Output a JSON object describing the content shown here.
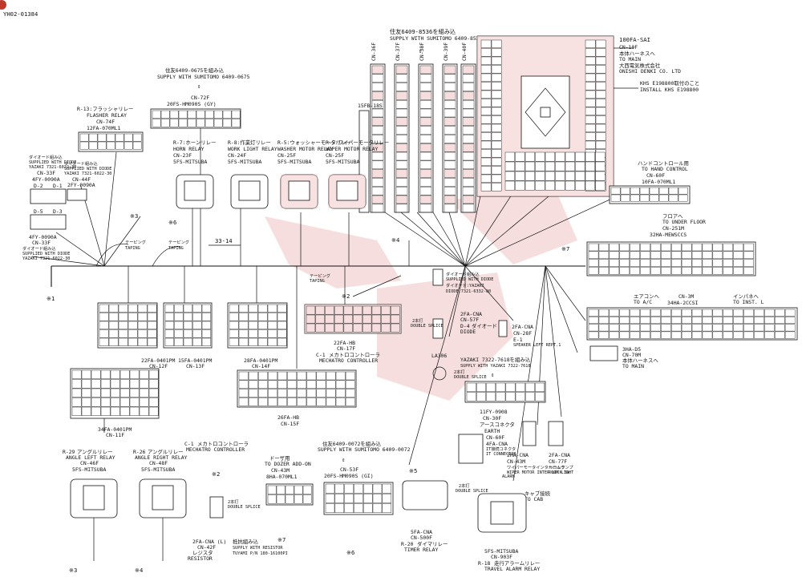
{
  "page_id": "YH02-01384",
  "ground_marks": {
    "m1": "※1",
    "m2": "※2",
    "m3": "※3",
    "m4": "※4",
    "m5": "※5",
    "m6": "※6",
    "m7": "※7"
  },
  "main_harness_number": "33-14",
  "taping": {
    "jp": "テーピング",
    "en": "TAPING"
  },
  "connectors": {
    "top_sumitomo": {
      "line1": "住友6409-8536を組み込",
      "line2": "SUPPLY WITH SUMITOMO 6409-8536"
    },
    "vertical_36": [
      "CN-36F",
      "CN-37F",
      "CN-38F",
      "CN-39F",
      "CN-40F"
    ],
    "c15": "15FB-18S",
    "main_ctrl": {
      "name": "100FA-SAI",
      "cn": "CN-10F",
      "jp1": "本体ハーネスへ",
      "en1": "TO MAIN",
      "jp2": "大西電気株式会社",
      "en2": "ONISHI DENKI CO. LTD"
    },
    "khs": {
      "line1": "KHS E198800取付のこと",
      "line2": "INSTALL KHS E198800"
    },
    "hand_ctrl": {
      "jp": "ハンドコントロール用",
      "en": "TO HAND CONTROL",
      "cn": "CN-60F",
      "name": "10FA-070ML1"
    },
    "floor": {
      "jp": "フロアへ",
      "en": "TO UNDER FLOOR",
      "cn": "CN-251M",
      "name": "32HA-MEWSCCS"
    },
    "flasher": {
      "label": "R-13:フラッシャリレー",
      "en": "FLASHER RELAY",
      "cn": "CN-74F",
      "name": "12FA-070ML1"
    },
    "sumitomo_0675": {
      "line1": "住友6409-0675を組み込",
      "line2": "SUPPLY WITH SUMITOMO 6409-0675"
    },
    "cn72": {
      "cn": "CN-72F",
      "name": "20FS-HM090S (GY)"
    },
    "diode_left1": {
      "jp": "ダイオード組み込",
      "en": "SUPPLIED WITH DIODE",
      "maker": "YAZAKI 7321-6022-30",
      "cn": "CN-33F",
      "name": "4FY-0090A",
      "rows": [
        "D-2",
        "D-1"
      ]
    },
    "diode_left2": {
      "jp": "ダイオード組み込",
      "en": "SUPPLIED WITH DIODE",
      "maker": "YAZAKI 7321-6022-30",
      "cn": "CN-44F",
      "name": "2FY-0090A",
      "rows": [
        "D-5",
        "D-3"
      ]
    },
    "diode_left3": {
      "jp": "ダイオード組み込",
      "en": "SUPPLIED WITH DIODE",
      "maker": "YAZAKI 7321-6022-30",
      "cn": "CN-33F",
      "name": "4FY-0090A"
    },
    "relays": [
      {
        "code": "R-7",
        "jp": "ホーンリレー",
        "en": "HORN RELAY",
        "cn": "CN-23F",
        "name": "5FS-MITSUBA"
      },
      {
        "code": "R-8",
        "jp": "作業灯リレー",
        "en": "WORK LIGHT RELAY",
        "cn": "CN-24F",
        "name": "5FS-MITSUBA"
      },
      {
        "code": "R-5",
        "jp": "ウォッシャーモータリレー",
        "en": "WASHER MOTOR RELAY",
        "cn": "CN-25F",
        "name": "5FS-MITSUBA"
      },
      {
        "code": "R-5",
        "jp": "ワイパーモータリレー",
        "en": "WIPER MOTOR RELAY",
        "cn": "CN-25F",
        "name": "5FS-MITSUBA"
      }
    ],
    "c12f": {
      "name": "22FA-0401PM",
      "cn": "CN-12F"
    },
    "c13f": {
      "name": "15FA-0401PM",
      "cn": "CN-13F"
    },
    "c14f": {
      "name": "28FA-0401PM",
      "cn": "CN-14F"
    },
    "c11f": {
      "name": "34FA-0401PM",
      "cn": "CN-11F"
    },
    "c17f": {
      "name": "22FA-HB",
      "cn": "CN-17F",
      "code": "C-1",
      "jp": "メカトロコントローラ",
      "en": "MECHATRO CONTROLLER"
    },
    "c15f": {
      "name": "26FA-HB",
      "cn": "CN-15F"
    },
    "diode_center": {
      "jp": "ダイオード組み込",
      "en": "SUPPLIED WITH DIODE",
      "maker": "ダイオード:YAZAKI",
      "part": "DIODE:7321-6332-80"
    },
    "c57f": {
      "name": "2FA-CNA",
      "cn": "CN-57F",
      "code": "D-4",
      "jp": "ダイオード",
      "en": "DIODE"
    },
    "double_splice": {
      "jp": "2本打",
      "en": "DOUBLE SPLICE"
    },
    "la": "LA306",
    "c28f": {
      "name": "2FA-CNA",
      "cn": "CN-28F",
      "code": "E-1",
      "en": "SPEAKER LEFT REPT.1"
    },
    "yazaki_7618": {
      "line1": "YAZAKI 7322-7618を組み込",
      "line2": "SUPPLY WITH YAZAKI 7322-7618"
    },
    "c30f": {
      "name": "11FY-0908",
      "cn": "CN-30F",
      "jp": "アースコネクタ",
      "en": "EARTH"
    },
    "aircon": {
      "jp": "エアコンへ",
      "en": "TO A/C",
      "cn": "CN-3M",
      "name": "34HA-2CCSI"
    },
    "panel": {
      "jp": "インパネへ",
      "en": "TO INST. L"
    },
    "c70m": {
      "name": "3HA-D5",
      "cn": "CN-70M",
      "jp": "本体ハーネスへ",
      "en": "TO MAIN"
    },
    "c60f": {
      "name": "CN-60F",
      "sub": "4FA-CNA",
      "jp": "IT接続コネクタ",
      "en": "IT CONNECTOR"
    },
    "c43m": {
      "name": "2HA-CNA",
      "cn": "CN-43M",
      "jp": "ワイパーモータインターロック",
      "en": "WIPER MOTOR INTER LOCK SW"
    },
    "c77f": {
      "name": "2FA-CNA",
      "cn": "CN-77F",
      "jp": "ルームランプ",
      "en": "ROOM LIGHT"
    },
    "cab": {
      "jp": "キャブ接続",
      "en": "TO CAB",
      "alarm": "ALARM"
    },
    "angle_left": {
      "code": "R-29",
      "jp": "アングルリレー",
      "en": "ANGLE LEFT RELAY",
      "cn": "CN-46F",
      "name": "5FS-MITSUBA"
    },
    "angle_right": {
      "code": "R-26",
      "jp": "アングルリレー",
      "en": "ANGLE RIGHT RELAY",
      "cn": "CN-48F",
      "name": "5FS-MITSUBA"
    },
    "mechatro_bottom": {
      "code": "C-1",
      "jp": "メカトロコントローラ",
      "en": "MECHATRO CONTROLLER"
    },
    "dozer": {
      "jp": "ドーザ用",
      "en": "TO DOZER ADD-ON",
      "cn": "CN-43M",
      "name": "8HA-070ML1"
    },
    "sumitomo_0072": {
      "line1": "住友6409-0072を組み込",
      "line2": "SUPPLY WITH SUMITOMO 6409-0072",
      "cn": "CN-53F",
      "name": "20FS-HM090S (GI)"
    },
    "resistor": {
      "name": "2FA-CNA (L)",
      "cn": "CN-42F",
      "jp": "レジスタ",
      "en": "RESISTOR",
      "jp2": "抵抗組み込",
      "en2": "SUPPLY WITH RESISTOR",
      "maker": "TUYAMI P/N 180-16100PI"
    },
    "timer": {
      "name": "5FA-CNA",
      "cn": "CN-500F",
      "code": "R-20",
      "jp": "ダイマリレー",
      "en": "TIMER RELAY"
    },
    "travel_alarm": {
      "name": "5FS-MITSUBA",
      "cn": "CN-903F",
      "code": "R-18",
      "jp": "走行アラームリレー",
      "en": "TRAVEL ALARM RELAY"
    }
  }
}
